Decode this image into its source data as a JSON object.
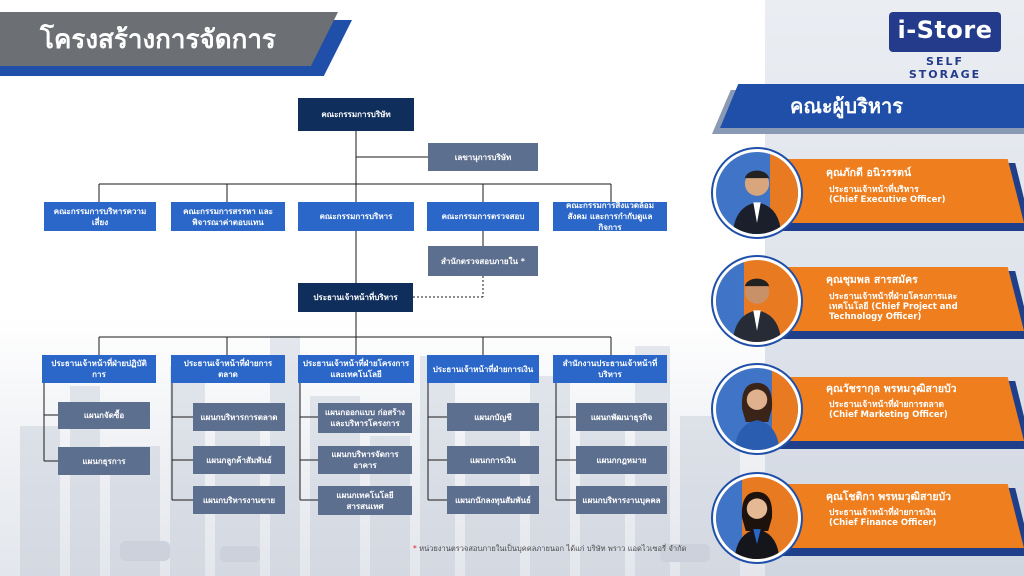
{
  "title": "โครงสร้างการจัดการ",
  "logo": {
    "text": "i-Store",
    "sub": "SELF STORAGE"
  },
  "org": {
    "board": "คณะกรรมการบริษัท",
    "secretary": "เลขานุการบริษัท",
    "committees": [
      "คณะกรรมการบริหารความเสี่ยง",
      "คณะกรรมการสรรหา และพิจารณาค่าตอบแทน",
      "คณะกรรมการบริหาร",
      "คณะกรรมการตรวจสอบ",
      "คณะกรรมการสิ่งแวดล้อม สังคม และการกำกับดูแลกิจการ"
    ],
    "internal_audit": "สำนักตรวจสอบภายใน *",
    "ceo": "ประธานเจ้าหน้าที่บริหาร",
    "chiefs": [
      "ประธานเจ้าหน้าที่ฝ่ายปฏิบัติการ",
      "ประธานเจ้าหน้าที่ฝ่ายการตลาด",
      "ประธานเจ้าหน้าที่ฝ่ายโครงการ และเทคโนโลยี",
      "ประธานเจ้าหน้าที่ฝ่ายการเงิน",
      "สำนักงานประธานเจ้าหน้าที่บริหาร"
    ],
    "departments": [
      [
        "แผนกจัดซื้อ",
        "แผนกธุรการ"
      ],
      [
        "แผนกบริหารการตลาด",
        "แผนกลูกค้าสัมพันธ์",
        "แผนกบริหารงานขาย"
      ],
      [
        "แผนกออกแบบ ก่อสร้าง และบริหารโครงการ",
        "แผนกบริหารจัดการอาคาร",
        "แผนกเทคโนโลยี สารสนเทศ"
      ],
      [
        "แผนกบัญชี",
        "แผนกการเงิน",
        "แผนกนักลงทุนสัมพันธ์"
      ],
      [
        "แผนกพัฒนาธุรกิจ",
        "แผนกกฎหมาย",
        "แผนกบริหารงานบุคคล"
      ]
    ]
  },
  "footnote": {
    "star": "*",
    "text": "หน่วยงานตรวจสอบภายในเป็นบุคคลภายนอก ได้แก่ บริษัท พราว แอดไวเซอรี่ จำกัด"
  },
  "executives_title": "คณะผู้บริหาร",
  "executives": [
    {
      "name": "คุณภักดี อนิวรรตน์",
      "role_th": "ประธานเจ้าหน้าที่บริหาร",
      "role_en": "(Chief Executive Officer)",
      "icon": "male-executive-portrait"
    },
    {
      "name": "คุณชุมพล สารสมัคร",
      "role_th": "ประธานเจ้าหน้าที่ฝ่ายโครงการและ เทคโนโลยี (Chief Project and",
      "role_en": "Technology Officer)",
      "icon": "male-executive-portrait"
    },
    {
      "name": "คุณวัชรากุล พรหมวุฒิสายบัว",
      "role_th": "ประธานเจ้าหน้าที่ฝ่ายการตลาด",
      "role_en": "(Chief Marketing Officer)",
      "icon": "female-executive-portrait"
    },
    {
      "name": "คุณโชติกา พรหมวุฒิสายบัว",
      "role_th": "ประธานเจ้าหน้าที่ฝ่ายการเงิน",
      "role_en": "(Chief Finance Officer)",
      "icon": "female-executive-portrait"
    }
  ],
  "colors": {
    "navy": "#0f2e5c",
    "blue": "#2a67c9",
    "slate": "#5d6f8f",
    "orange": "#ef7e1e",
    "brand": "#1f4fa8"
  }
}
